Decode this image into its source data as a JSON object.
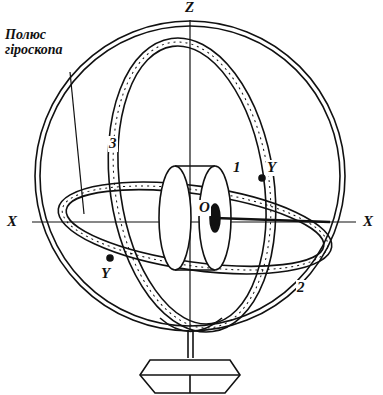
{
  "diagram": {
    "labels": [
      "Z",
      "Полюс гіроскопа",
      "X",
      "X",
      "1",
      "O",
      "Y",
      "Y",
      "3",
      "2"
    ]
  }
}
